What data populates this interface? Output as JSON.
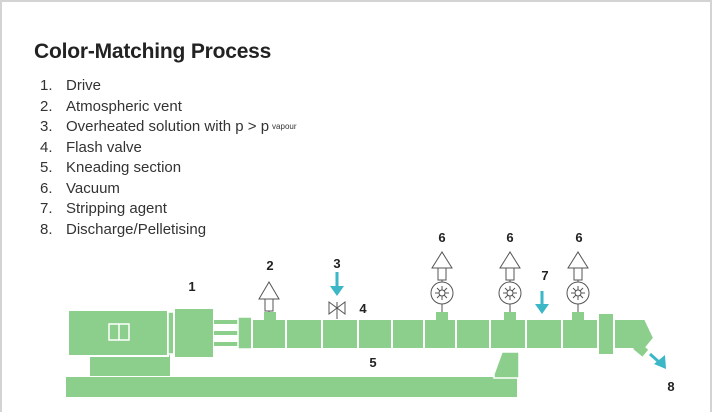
{
  "title": "Color-Matching Process",
  "legend": [
    {
      "num": "1.",
      "text": "Drive"
    },
    {
      "num": "2.",
      "text": "Atmospheric vent"
    },
    {
      "num": "3.",
      "text": "Overheated solution with p > p",
      "subscript": "vapour"
    },
    {
      "num": "4.",
      "text": "Flash valve"
    },
    {
      "num": "5.",
      "text": "Kneading section"
    },
    {
      "num": "6.",
      "text": "Vacuum"
    },
    {
      "num": "7.",
      "text": "Stripping agent"
    },
    {
      "num": "8.",
      "text": "Discharge/Pelletising"
    }
  ],
  "callouts": {
    "drive": "1",
    "atmospheric_vent": "2",
    "solution_inlet": "3",
    "flash_valve": "4",
    "kneading_section": "5",
    "vacuum_1": "6",
    "vacuum_2": "6",
    "vacuum_3": "6",
    "stripping_agent": "7",
    "discharge": "8"
  },
  "colors": {
    "machine_fill": "#8ccf8c",
    "machine_stroke": "#ffffff",
    "flow_arrow": "#3bb7c7",
    "symbol_stroke": "#555555"
  }
}
